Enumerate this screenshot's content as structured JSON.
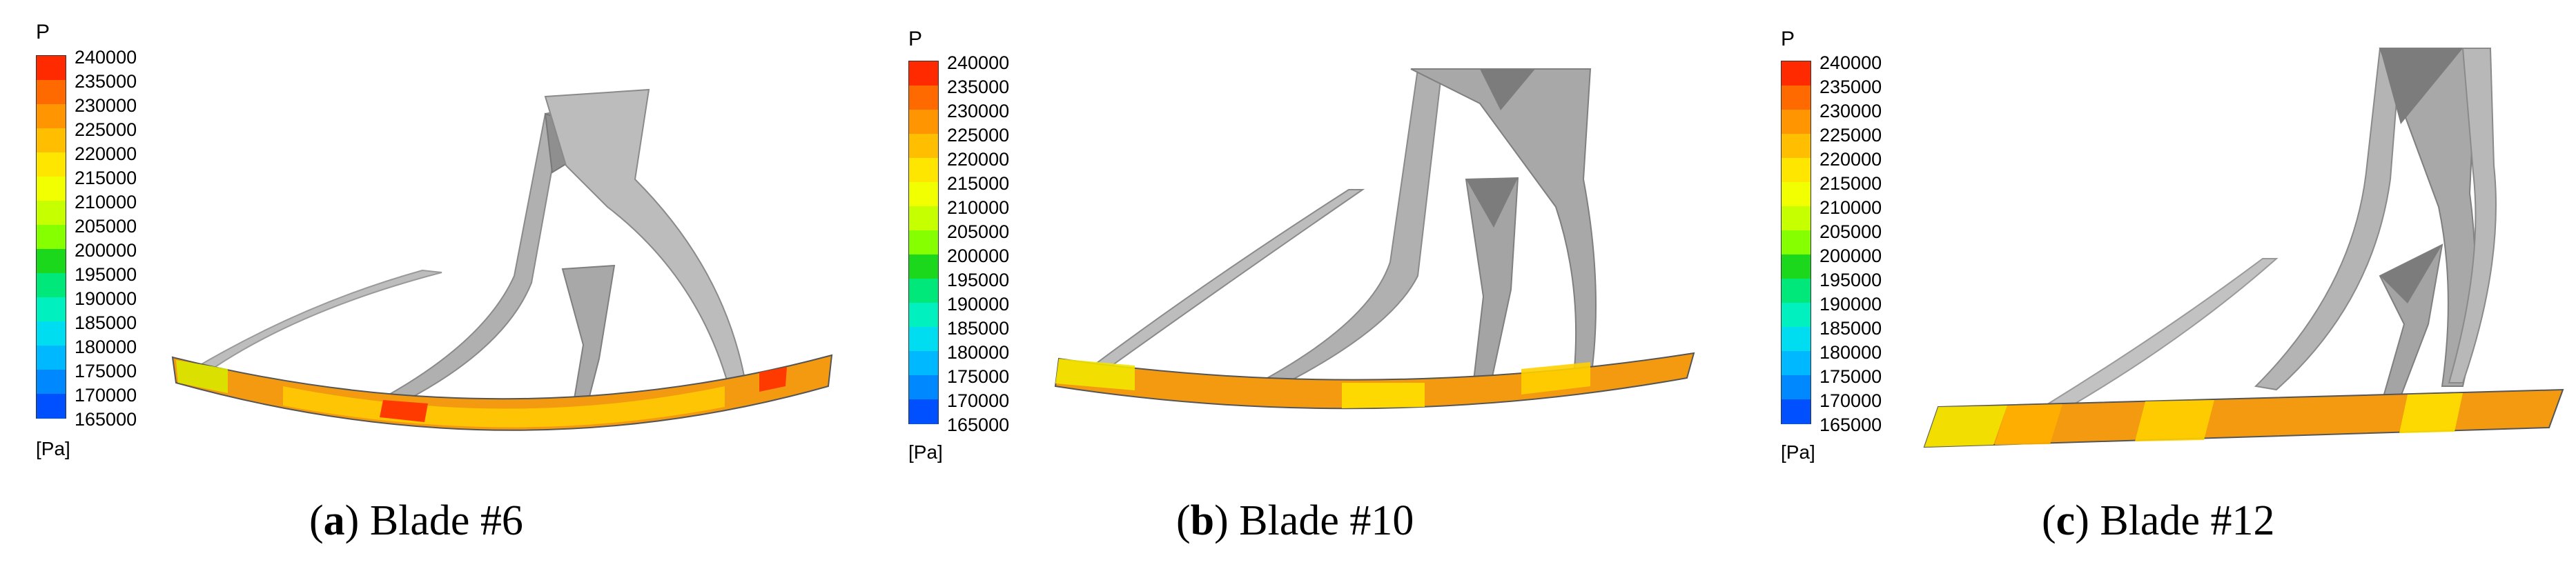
{
  "legend": {
    "title": "P",
    "unit": "[Pa]",
    "ticks": [
      "240000",
      "235000",
      "230000",
      "225000",
      "220000",
      "215000",
      "210000",
      "205000",
      "200000",
      "195000",
      "190000",
      "185000",
      "180000",
      "175000",
      "170000",
      "165000"
    ],
    "colors": [
      "#ff2a00",
      "#ff6a00",
      "#ff9500",
      "#ffbf00",
      "#ffe600",
      "#f2ff00",
      "#c6ff00",
      "#86ff00",
      "#1cd81c",
      "#00e87a",
      "#00f0c0",
      "#00dcf0",
      "#00b8ff",
      "#0088ff",
      "#0050ff"
    ]
  },
  "panels": [
    {
      "letter": "a",
      "caption": " Blade #6"
    },
    {
      "letter": "b",
      "caption": " Blade #10"
    },
    {
      "letter": "c",
      "caption": " Blade #12"
    }
  ]
}
